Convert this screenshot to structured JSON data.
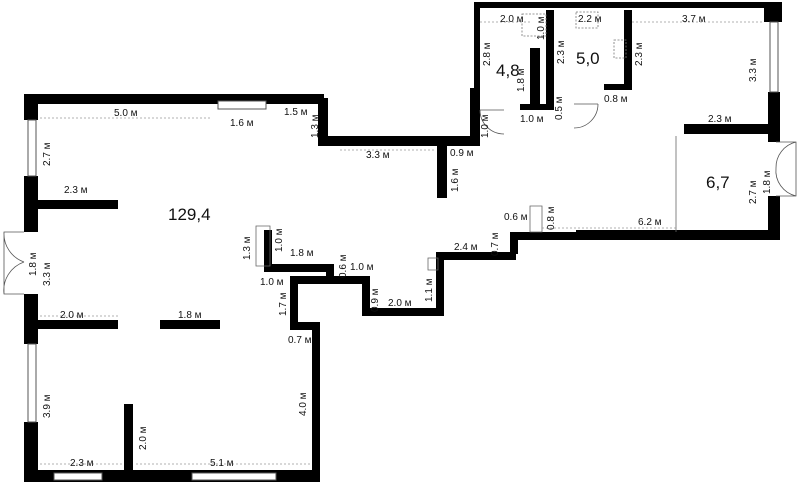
{
  "rooms": [
    {
      "id": "main",
      "area": "129,4"
    },
    {
      "id": "wc1",
      "area": "4,8"
    },
    {
      "id": "wc2",
      "area": "5,0"
    },
    {
      "id": "room3",
      "area": "6,7"
    }
  ],
  "dimensions": [
    {
      "id": "d01",
      "text": "5.0 м"
    },
    {
      "id": "d02",
      "text": "1.6 м"
    },
    {
      "id": "d03",
      "text": "1.5 м"
    },
    {
      "id": "d04",
      "text": "1.3 м"
    },
    {
      "id": "d05",
      "text": "3.3 м"
    },
    {
      "id": "d06",
      "text": "0.9 м"
    },
    {
      "id": "d07",
      "text": "1.6 м"
    },
    {
      "id": "d08",
      "text": "2.7 м"
    },
    {
      "id": "d09",
      "text": "2.3 м"
    },
    {
      "id": "d10",
      "text": "1.8 м"
    },
    {
      "id": "d11",
      "text": "3.3 м"
    },
    {
      "id": "d12",
      "text": "1.3 м"
    },
    {
      "id": "d13",
      "text": "1.0 м"
    },
    {
      "id": "d14",
      "text": "1.8 м"
    },
    {
      "id": "d15",
      "text": "0.6 м"
    },
    {
      "id": "d16",
      "text": "1.0 м"
    },
    {
      "id": "d17",
      "text": "1.0 м"
    },
    {
      "id": "d18",
      "text": "1.7 м"
    },
    {
      "id": "d19",
      "text": "2.0 м"
    },
    {
      "id": "d20",
      "text": "1.8 м"
    },
    {
      "id": "d21",
      "text": "0.7 м"
    },
    {
      "id": "d22",
      "text": "3.9 м"
    },
    {
      "id": "d23",
      "text": "4.0 м"
    },
    {
      "id": "d24",
      "text": "2.0 м"
    },
    {
      "id": "d25",
      "text": "2.3 м"
    },
    {
      "id": "d26",
      "text": "5.1 м"
    },
    {
      "id": "d27",
      "text": "0.9 м"
    },
    {
      "id": "d28",
      "text": "2.0 м"
    },
    {
      "id": "d29",
      "text": "1.1 м"
    },
    {
      "id": "d30",
      "text": "2.4 м"
    },
    {
      "id": "d31",
      "text": "0.7 м"
    },
    {
      "id": "d32",
      "text": "0.6 м"
    },
    {
      "id": "d33",
      "text": "0.8 м"
    },
    {
      "id": "d34",
      "text": "6.2 м"
    },
    {
      "id": "d35",
      "text": "2.0 м"
    },
    {
      "id": "d36",
      "text": "1.0 м"
    },
    {
      "id": "d37",
      "text": "2.2 м"
    },
    {
      "id": "d38",
      "text": "3.7 м"
    },
    {
      "id": "d39",
      "text": "2.8 м"
    },
    {
      "id": "d40",
      "text": "1.8 м"
    },
    {
      "id": "d41",
      "text": "2.3 м"
    },
    {
      "id": "d42",
      "text": "2.3 м"
    },
    {
      "id": "d43",
      "text": "1.0 м"
    },
    {
      "id": "d44",
      "text": "1.0 м"
    },
    {
      "id": "d45",
      "text": "0.5 м"
    },
    {
      "id": "d46",
      "text": "0.8 м"
    },
    {
      "id": "d47",
      "text": "3.3 м"
    },
    {
      "id": "d48",
      "text": "2.3 м"
    },
    {
      "id": "d49",
      "text": "2.7 м"
    },
    {
      "id": "d50",
      "text": "1.8 м"
    }
  ]
}
